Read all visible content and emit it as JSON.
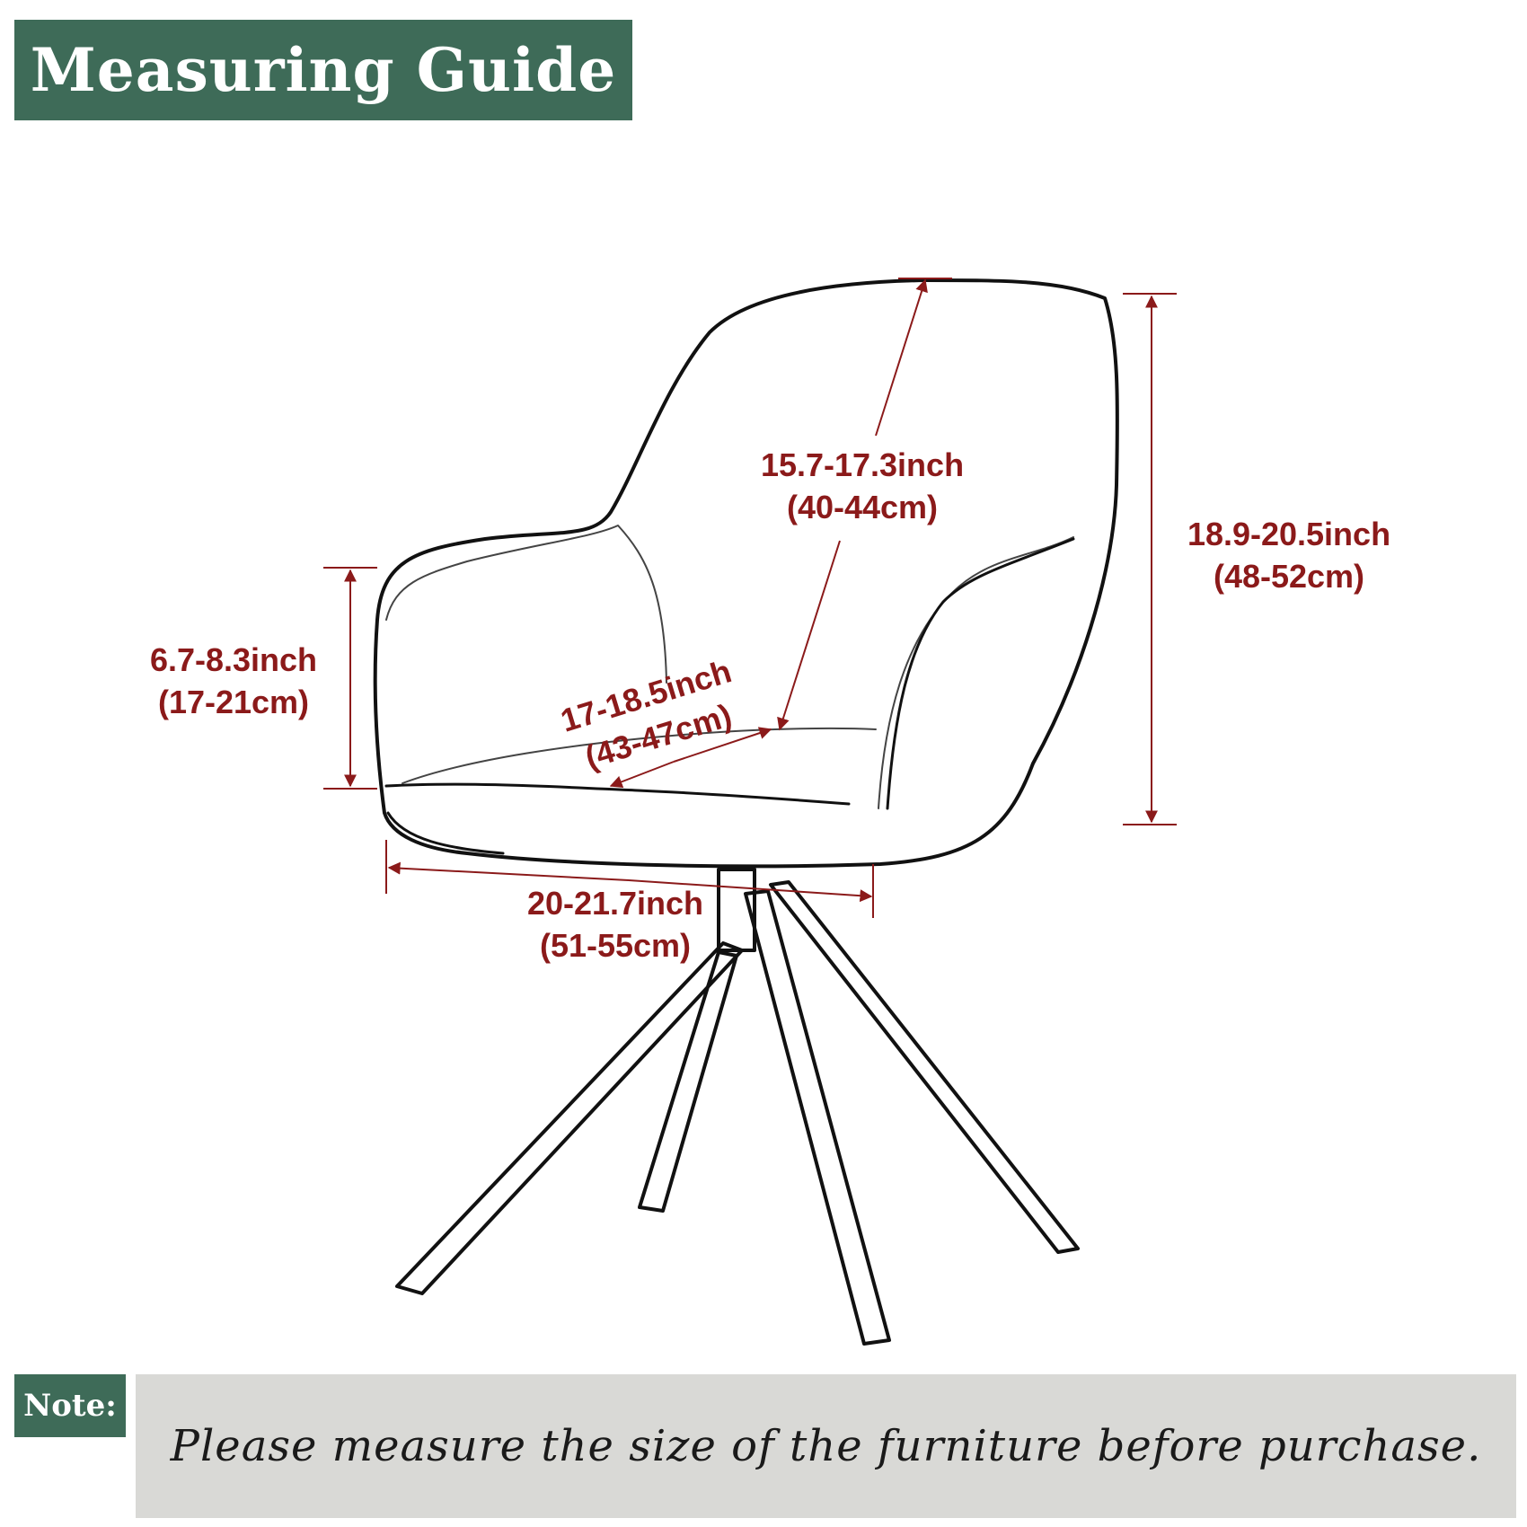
{
  "header": {
    "title": "Measuring Guide",
    "banner_color": "#3e6b58"
  },
  "diagram": {
    "subject": "armchair-with-swivel-legs",
    "accent_color": "#8b1a1a",
    "dimensions": {
      "back_height": {
        "inch": "15.7-17.3inch",
        "cm": "(40-44cm)"
      },
      "total_height": {
        "inch": "18.9-20.5inch",
        "cm": "(48-52cm)"
      },
      "arm_height": {
        "inch": "6.7-8.3inch",
        "cm": "(17-21cm)"
      },
      "seat_depth": {
        "inch": "17-18.5inch",
        "cm": "(43-47cm)"
      },
      "seat_width": {
        "inch": "20-21.7inch",
        "cm": "(51-55cm)"
      }
    }
  },
  "note": {
    "label": "Note:",
    "text": "Please measure the size of the furniture before purchase.",
    "box_color": "#d9d9d6"
  }
}
